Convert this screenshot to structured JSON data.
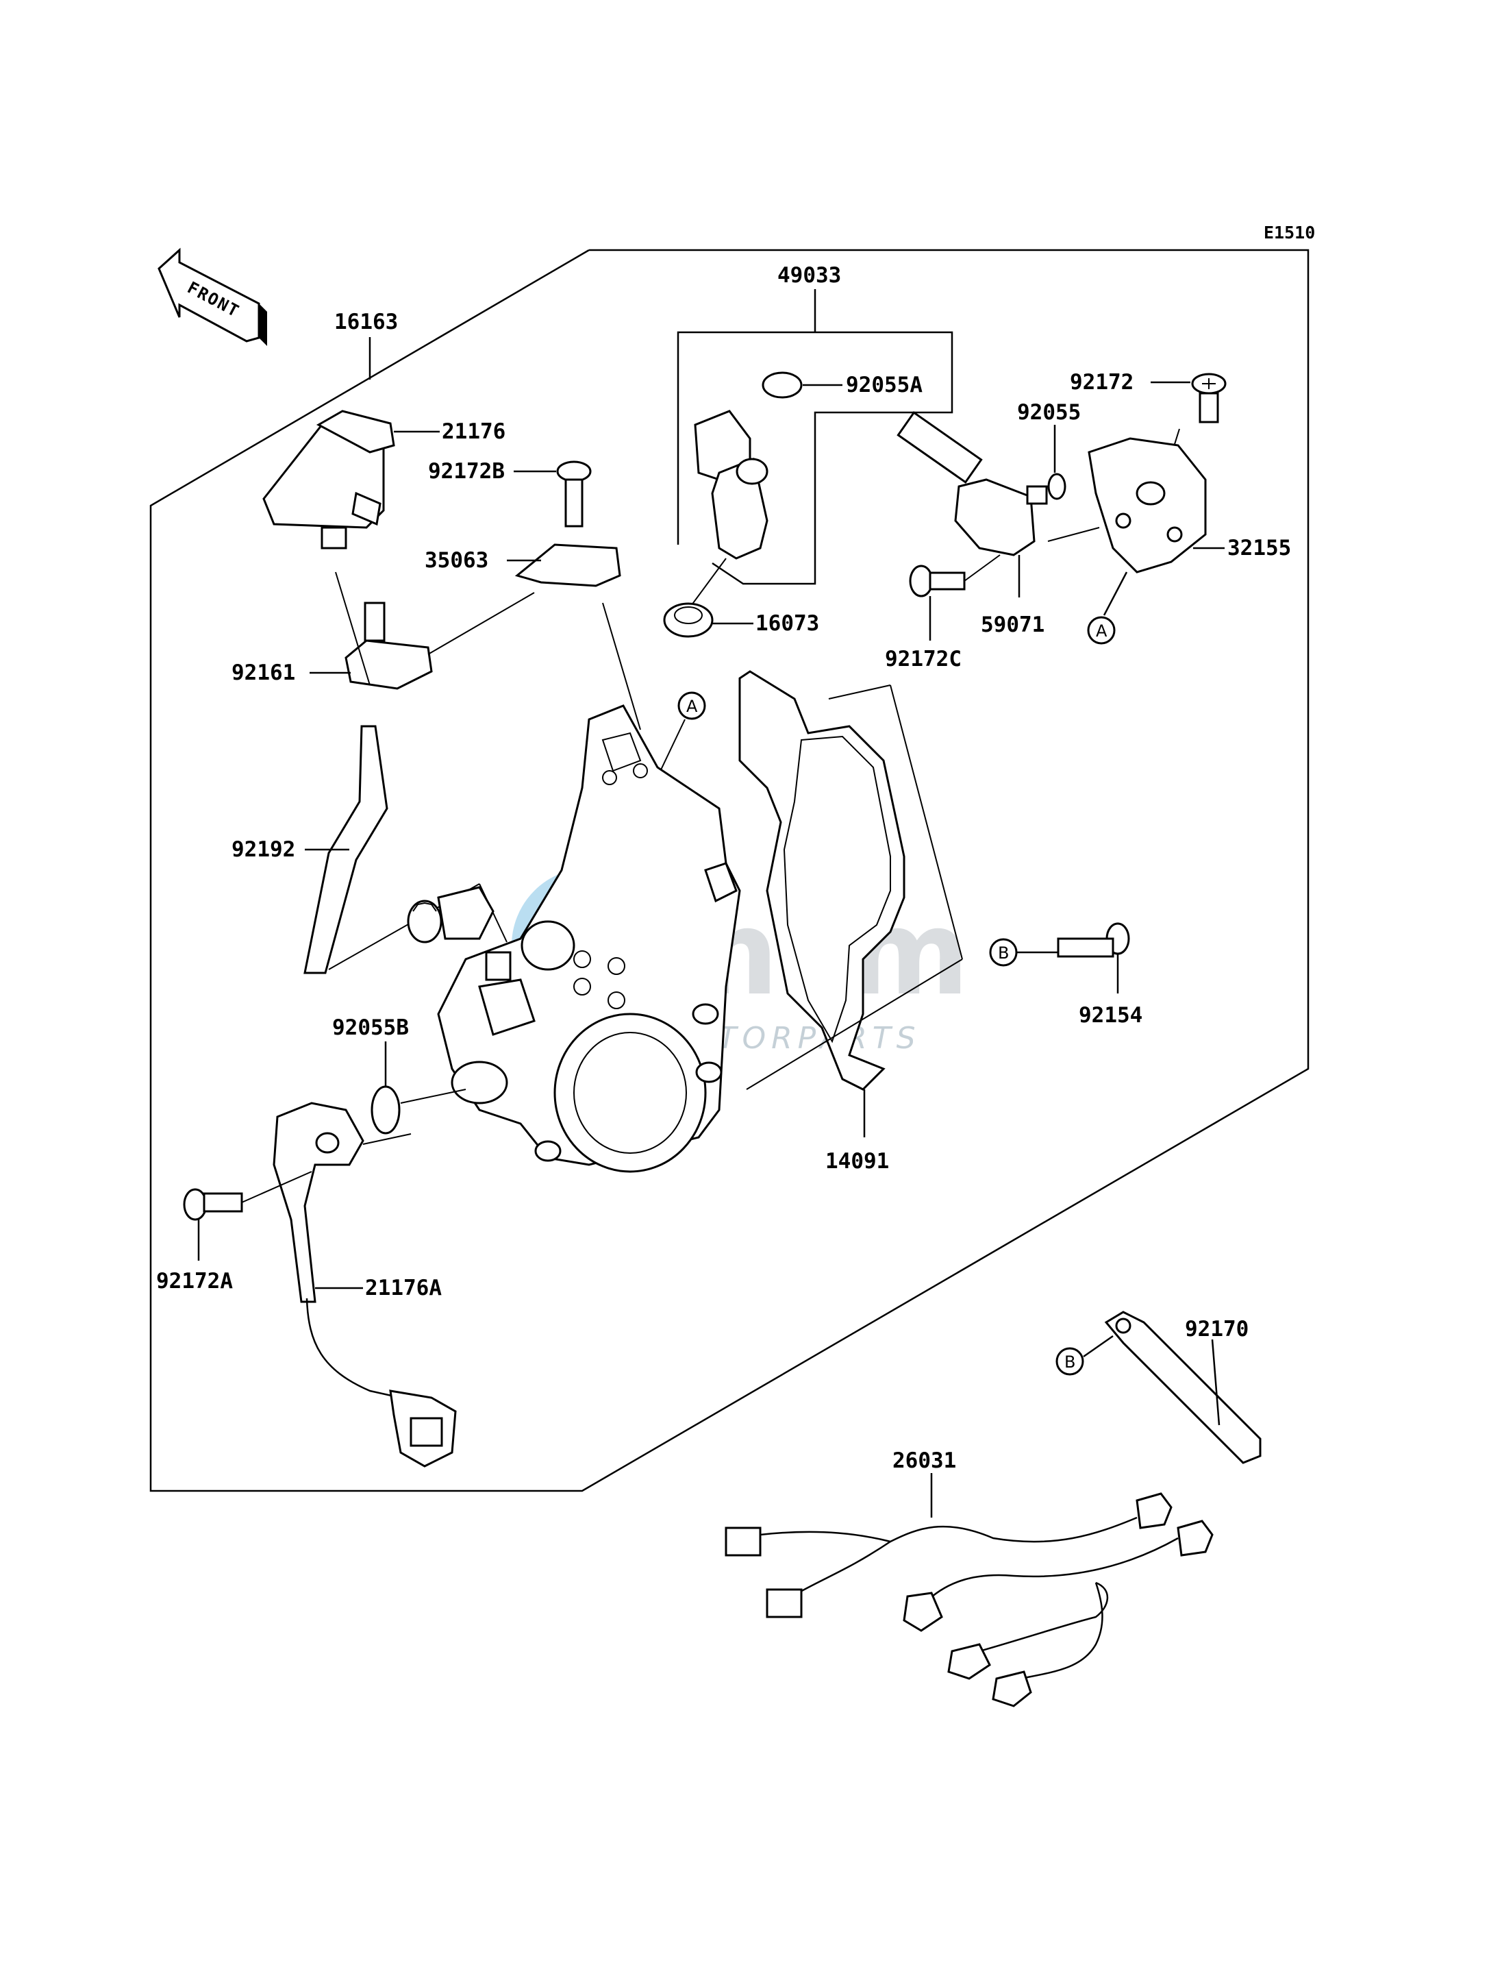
{
  "diagram_code": "E1510",
  "front_label": "FRONT",
  "watermark": {
    "main": "msm",
    "sub": "MOTORPARTS",
    "accent": "#3aa0d8"
  },
  "reference_markers": {
    "a": "A",
    "b": "B"
  },
  "callouts": {
    "p16163": "16163",
    "p21176": "21176",
    "p92172b": "92172B",
    "p35063": "35063",
    "p92161": "92161",
    "p92192": "92192",
    "p49033": "49033",
    "p92055a": "92055A",
    "p16073": "16073",
    "p92172": "92172",
    "p92055": "92055",
    "p32155": "32155",
    "p59071": "59071",
    "p92172c": "92172C",
    "p92055b": "92055B",
    "p14091": "14091",
    "p92154": "92154",
    "p92172a": "92172A",
    "p21176a": "21176A",
    "p92170": "92170",
    "p26031": "26031"
  }
}
